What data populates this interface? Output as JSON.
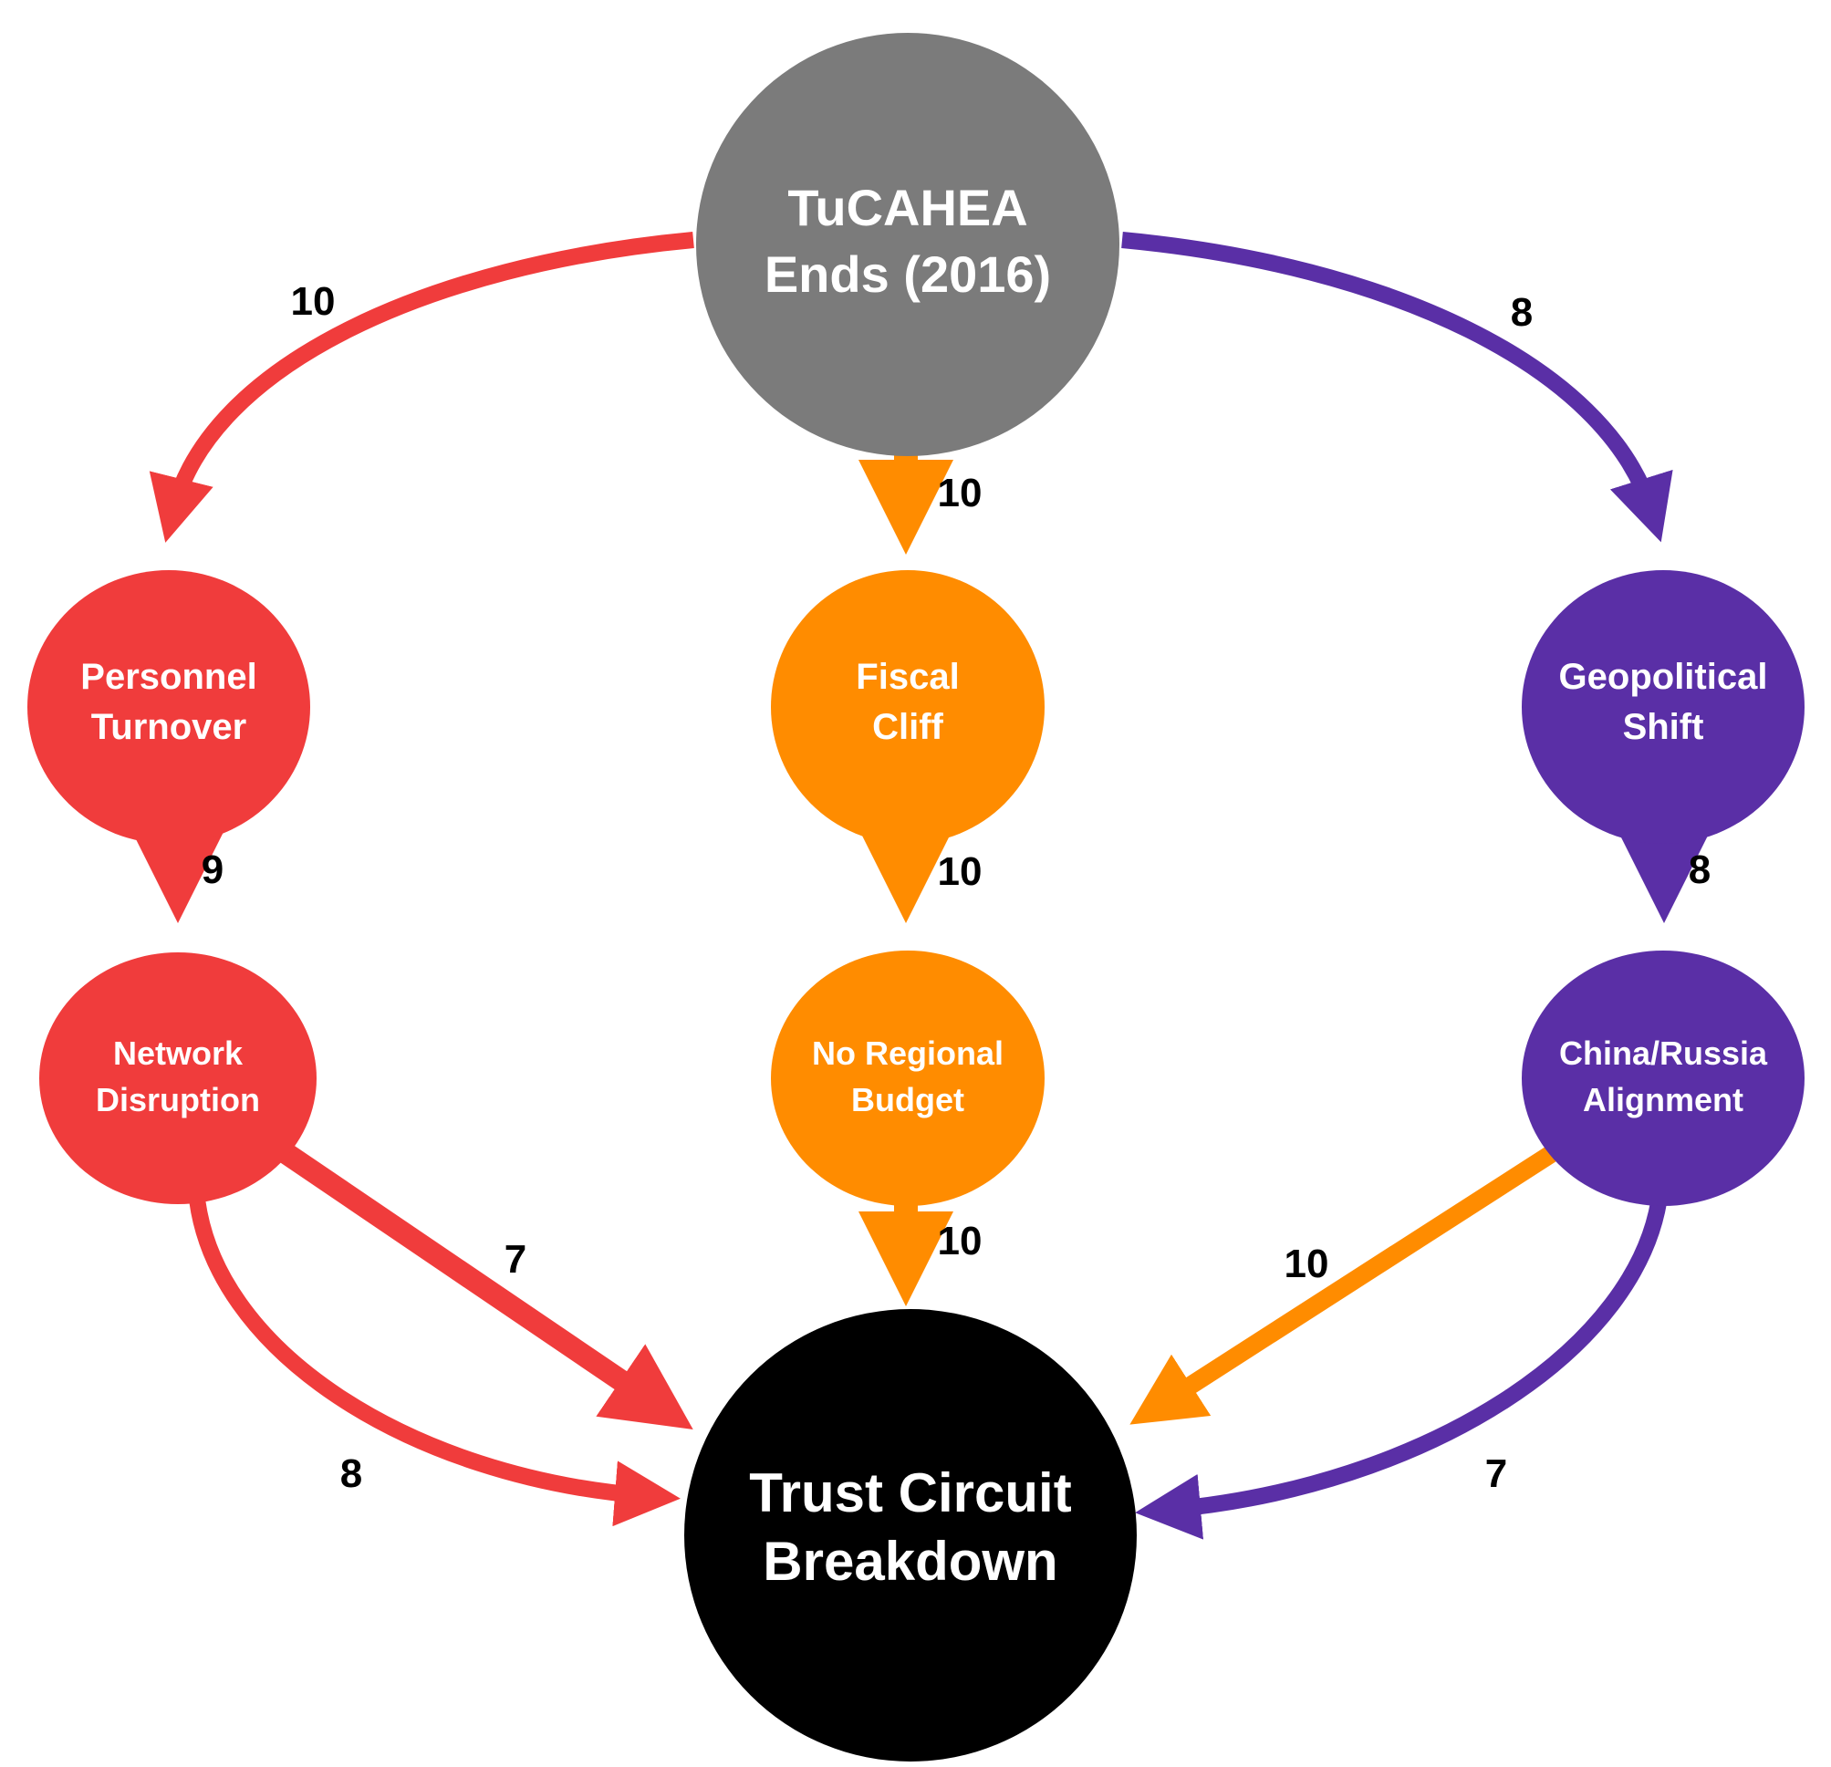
{
  "colors": {
    "red": "#f03c3c",
    "orange": "#ff8c00",
    "purple": "#5a2fa6",
    "gray": "#7b7b7b",
    "black": "#000000"
  },
  "nodes": {
    "source": {
      "line1": "TuCAHEA",
      "line2": "Ends (2016)"
    },
    "personnel": {
      "line1": "Personnel",
      "line2": "Turnover"
    },
    "fiscal": {
      "line1": "Fiscal",
      "line2": "Cliff"
    },
    "geopolitical": {
      "line1": "Geopolitical",
      "line2": "Shift"
    },
    "network": {
      "line1": "Network",
      "line2": "Disruption"
    },
    "regional": {
      "line1": "No Regional",
      "line2": "Budget"
    },
    "alignment": {
      "line1": "China/Russia",
      "line2": "Alignment"
    },
    "sink": {
      "line1": "Trust Circuit",
      "line2": "Breakdown"
    }
  },
  "edges": {
    "source_personnel": "10",
    "source_fiscal": "10",
    "source_geopolitical": "8",
    "personnel_network": "9",
    "fiscal_regional": "10",
    "geopolitical_alignment": "8",
    "network_sink_direct": "7",
    "network_sink_curve": "8",
    "regional_sink": "10",
    "alignment_sink_orange": "10",
    "alignment_sink_curve": "7"
  }
}
